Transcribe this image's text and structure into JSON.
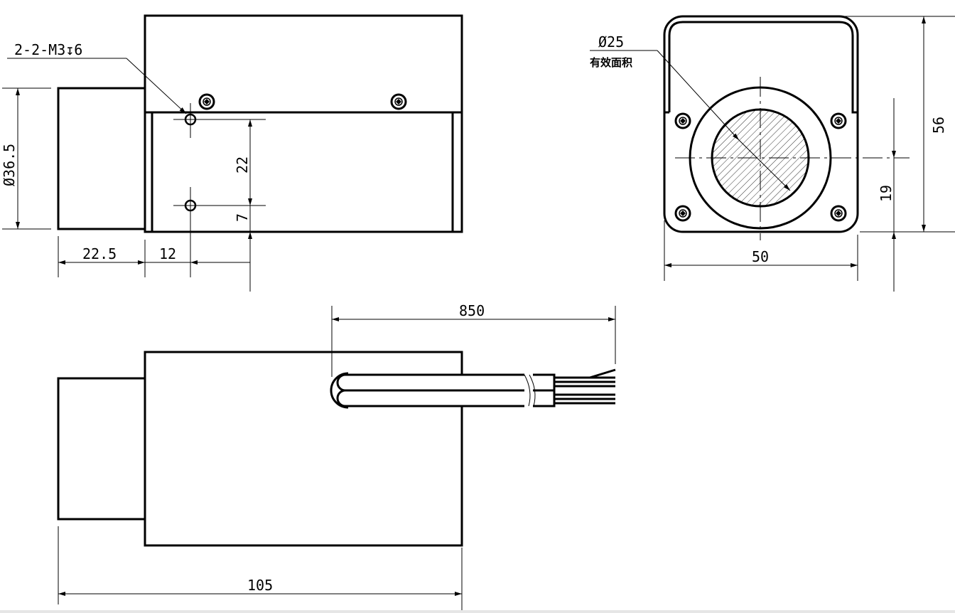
{
  "drawing": {
    "side_view": {
      "thread_callout": "2-2-M3↧6",
      "dims": {
        "diameter": "Ø36.5",
        "front_length": "22.5",
        "hole_offset": "12",
        "hole_spacing": "22",
        "hole_bottom": "7"
      }
    },
    "front_view": {
      "aperture_callout": "Ø25",
      "aperture_note": "有效面积",
      "dims": {
        "height": "56",
        "center_height": "19",
        "width": "50"
      }
    },
    "bottom_view": {
      "dims": {
        "cable_length": "850",
        "total_length": "105"
      }
    }
  }
}
